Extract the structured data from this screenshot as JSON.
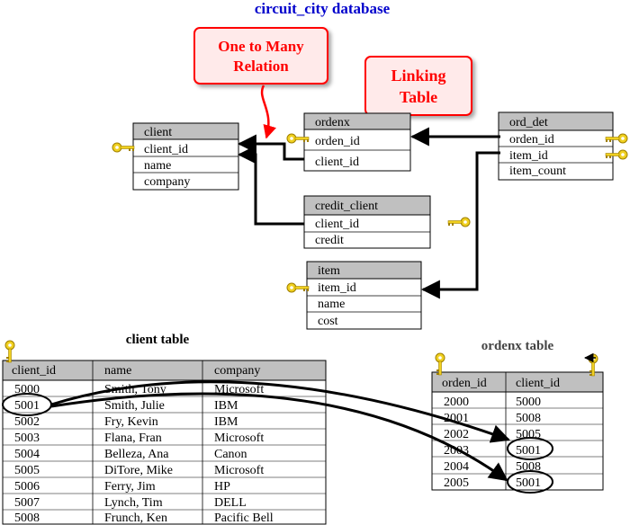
{
  "title": "circuit_city database",
  "callouts": {
    "one_to_many": [
      "One to Many",
      "Relation"
    ],
    "linking_table": [
      "Linking",
      "Table"
    ]
  },
  "entities": {
    "client": {
      "name": "client",
      "fields": [
        "client_id",
        "name",
        "company"
      ]
    },
    "ordenx": {
      "name": "ordenx",
      "fields": [
        "orden_id",
        "client_id"
      ]
    },
    "ord_det": {
      "name": "ord_det",
      "fields": [
        "orden_id",
        "item_id",
        "item_count"
      ]
    },
    "credit_client": {
      "name": "credit_client",
      "fields": [
        "client_id",
        "credit"
      ]
    },
    "item": {
      "name": "item",
      "fields": [
        "item_id",
        "name",
        "cost"
      ]
    }
  },
  "client_table": {
    "caption": "client table",
    "headers": [
      "client_id",
      "name",
      "company"
    ],
    "rows": [
      [
        "5000",
        "Smith, Tony",
        "Microsoft"
      ],
      [
        "5001",
        "Smith, Julie",
        "IBM"
      ],
      [
        "5002",
        "Fry, Kevin",
        "IBM"
      ],
      [
        "5003",
        "Flana, Fran",
        "Microsoft"
      ],
      [
        "5004",
        "Belleza, Ana",
        "Canon"
      ],
      [
        "5005",
        "DiTore, Mike",
        "Microsoft"
      ],
      [
        "5006",
        "Ferry, Jim",
        "HP"
      ],
      [
        "5007",
        "Lynch, Tim",
        "DELL"
      ],
      [
        "5008",
        "Frunch, Ken",
        "Pacific Bell"
      ]
    ]
  },
  "ordenx_table": {
    "caption": "ordenx table",
    "headers": [
      "orden_id",
      "client_id"
    ],
    "rows": [
      [
        "2000",
        "5000"
      ],
      [
        "2001",
        "5008"
      ],
      [
        "2002",
        "5005"
      ],
      [
        "2003",
        "5001"
      ],
      [
        "2004",
        "5008"
      ],
      [
        "2005",
        "5001"
      ]
    ]
  },
  "colors": {
    "title": "#0000cc",
    "callout_text": "#ff0000",
    "callout_border": "#ff0000",
    "callout_fill": "#ffeaea",
    "header_fill": "#c0c0c0",
    "key_fill": "#f0d020",
    "key_stroke": "#a08000"
  }
}
